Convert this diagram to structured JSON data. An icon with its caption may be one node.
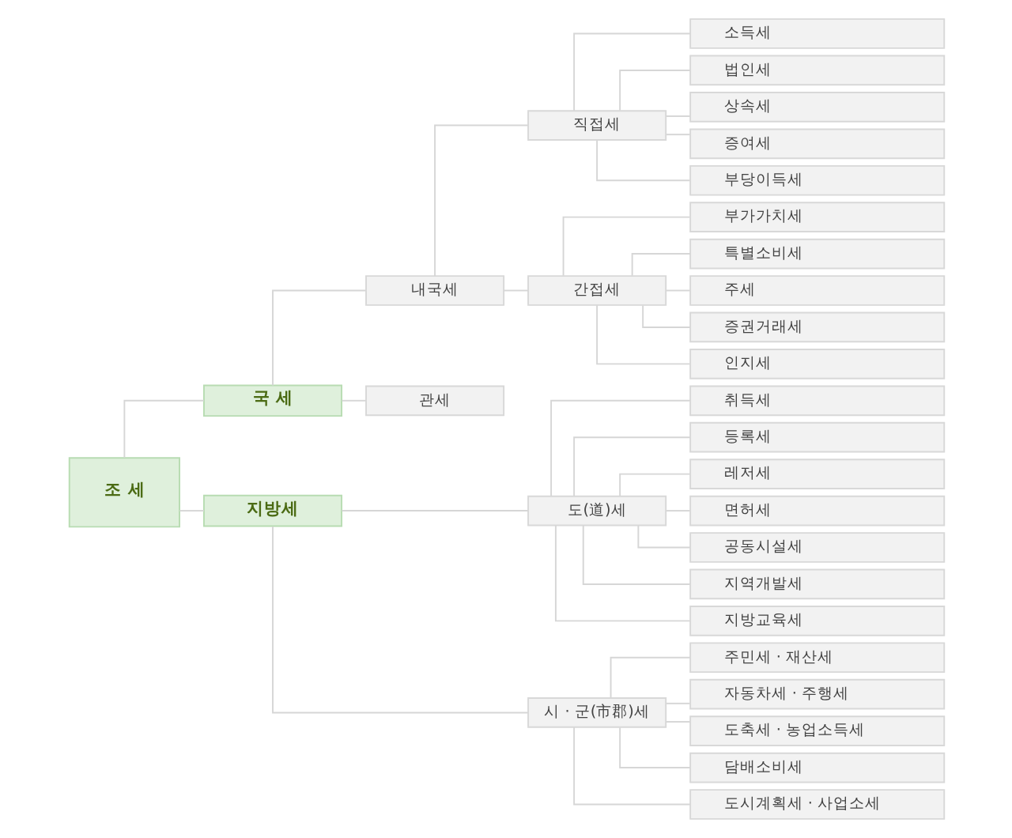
{
  "diagram": {
    "nodes": [
      {
        "text": [
          "조 세"
        ]
      },
      {
        "text": [
          "국 세"
        ]
      },
      {
        "text": [
          "내국세"
        ]
      },
      {
        "text": [
          "직접세"
        ]
      },
      {
        "text": [
          "소득세"
        ]
      },
      {
        "text": [
          "법인세"
        ]
      },
      {
        "text": [
          "상속세"
        ]
      },
      {
        "text": [
          "증여세"
        ]
      },
      {
        "text": [
          "부당이득세"
        ]
      },
      {
        "text": [
          "간접세"
        ]
      },
      {
        "text": [
          "부가가치세"
        ]
      },
      {
        "text": [
          "특별소비세"
        ]
      },
      {
        "text": [
          "주세"
        ]
      },
      {
        "text": [
          "증권거래세"
        ]
      },
      {
        "text": [
          "인지세"
        ]
      },
      {
        "text": [
          "관세"
        ]
      },
      {
        "text": [
          "지방세"
        ]
      },
      {
        "text": [
          "도(道)세"
        ]
      },
      {
        "text": [
          "취득세"
        ]
      },
      {
        "text": [
          "등록세"
        ]
      },
      {
        "text": [
          "레저세"
        ]
      },
      {
        "text": [
          "면허세"
        ]
      },
      {
        "text": [
          "공동시설세"
        ]
      },
      {
        "text": [
          "지역개발세"
        ]
      },
      {
        "text": [
          "지방교육세"
        ]
      },
      {
        "text": [
          "시 · 군(市郡)세"
        ]
      },
      {
        "text": [
          "주민세 · 재산세"
        ]
      },
      {
        "text": [
          "자동차세 · 주행세"
        ]
      },
      {
        "text": [
          "도축세 · 농업소득세"
        ]
      },
      {
        "text": [
          "담배소비세"
        ]
      },
      {
        "text": [
          "도시계획세 · 사업소세"
        ]
      }
    ],
    "edges": [
      {
        "from": 0,
        "to": 1,
        "arrow": "none"
      },
      {
        "from": 0,
        "to": 16,
        "arrow": "none"
      },
      {
        "from": 1,
        "to": 2,
        "arrow": "none"
      },
      {
        "from": 1,
        "to": 15,
        "arrow": "none"
      },
      {
        "from": 2,
        "to": 3,
        "arrow": "none"
      },
      {
        "from": 2,
        "to": 9,
        "arrow": "none"
      },
      {
        "from": 3,
        "to": 4,
        "arrow": "none"
      },
      {
        "from": 3,
        "to": 5,
        "arrow": "none"
      },
      {
        "from": 3,
        "to": 6,
        "arrow": "none"
      },
      {
        "from": 3,
        "to": 7,
        "arrow": "none"
      },
      {
        "from": 3,
        "to": 8,
        "arrow": "none"
      },
      {
        "from": 9,
        "to": 10,
        "arrow": "none"
      },
      {
        "from": 9,
        "to": 11,
        "arrow": "none"
      },
      {
        "from": 9,
        "to": 12,
        "arrow": "none"
      },
      {
        "from": 9,
        "to": 13,
        "arrow": "none"
      },
      {
        "from": 9,
        "to": 14,
        "arrow": "none"
      },
      {
        "from": 16,
        "to": 17,
        "arrow": "none"
      },
      {
        "from": 16,
        "to": 25,
        "arrow": "none"
      },
      {
        "from": 17,
        "to": 18,
        "arrow": "none"
      },
      {
        "from": 17,
        "to": 19,
        "arrow": "none"
      },
      {
        "from": 17,
        "to": 20,
        "arrow": "none"
      },
      {
        "from": 17,
        "to": 21,
        "arrow": "none"
      },
      {
        "from": 17,
        "to": 22,
        "arrow": "none"
      },
      {
        "from": 17,
        "to": 23,
        "arrow": "none"
      },
      {
        "from": 17,
        "to": 24,
        "arrow": "none"
      },
      {
        "from": 25,
        "to": 26,
        "arrow": "none"
      },
      {
        "from": 25,
        "to": 27,
        "arrow": "none"
      },
      {
        "from": 25,
        "to": 28,
        "arrow": "none"
      },
      {
        "from": 25,
        "to": 29,
        "arrow": "none"
      },
      {
        "from": 25,
        "to": 30,
        "arrow": "none"
      }
    ]
  }
}
